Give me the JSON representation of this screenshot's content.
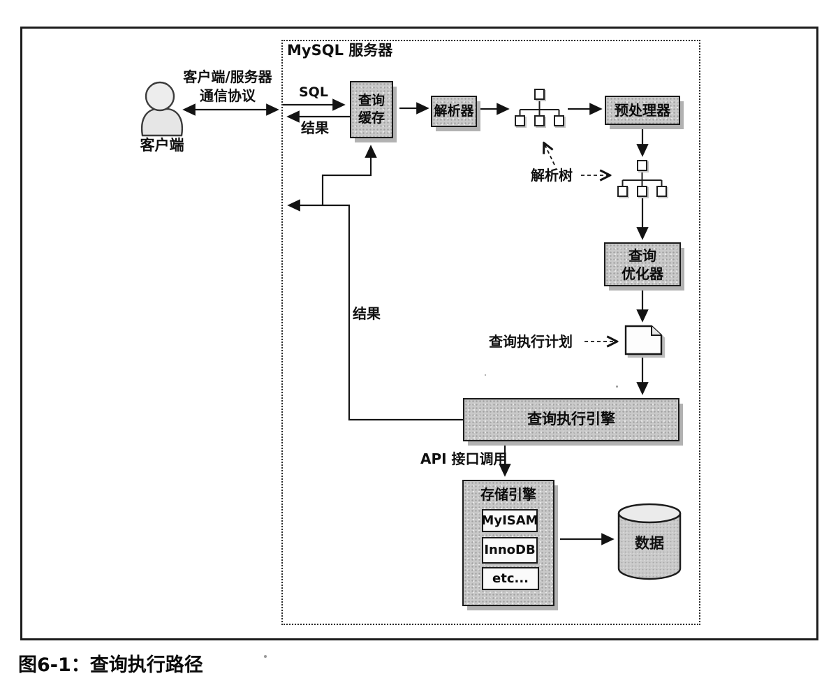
{
  "figure_caption": "图6-1：查询执行路径",
  "server": {
    "title": "MySQL 服务器"
  },
  "client": {
    "label": "客户端",
    "protocol_line1": "客户端/服务器",
    "protocol_line2": "通信协议"
  },
  "labels": {
    "sql": "SQL",
    "result_top": "结果",
    "result_return": "结果",
    "parse_tree": "解析树",
    "query_plan": "查询执行计划",
    "api_call": "API 接口调用",
    "data": "数据"
  },
  "boxes": {
    "query_cache_line1": "查询",
    "query_cache_line2": "缓存",
    "parser": "解析器",
    "preprocessor": "预处理器",
    "optimizer_line1": "查询",
    "optimizer_line2": "优化器",
    "execution_engine": "查询执行引擎",
    "storage_engine": "存储引擎",
    "engines": [
      "MyISAM",
      "InnoDB",
      "etc..."
    ]
  },
  "colors": {
    "ink": "#1a1a1a",
    "box_fill": "#c9c9c9",
    "shadow": "#b2b2b2",
    "paper": "#ffffff"
  }
}
